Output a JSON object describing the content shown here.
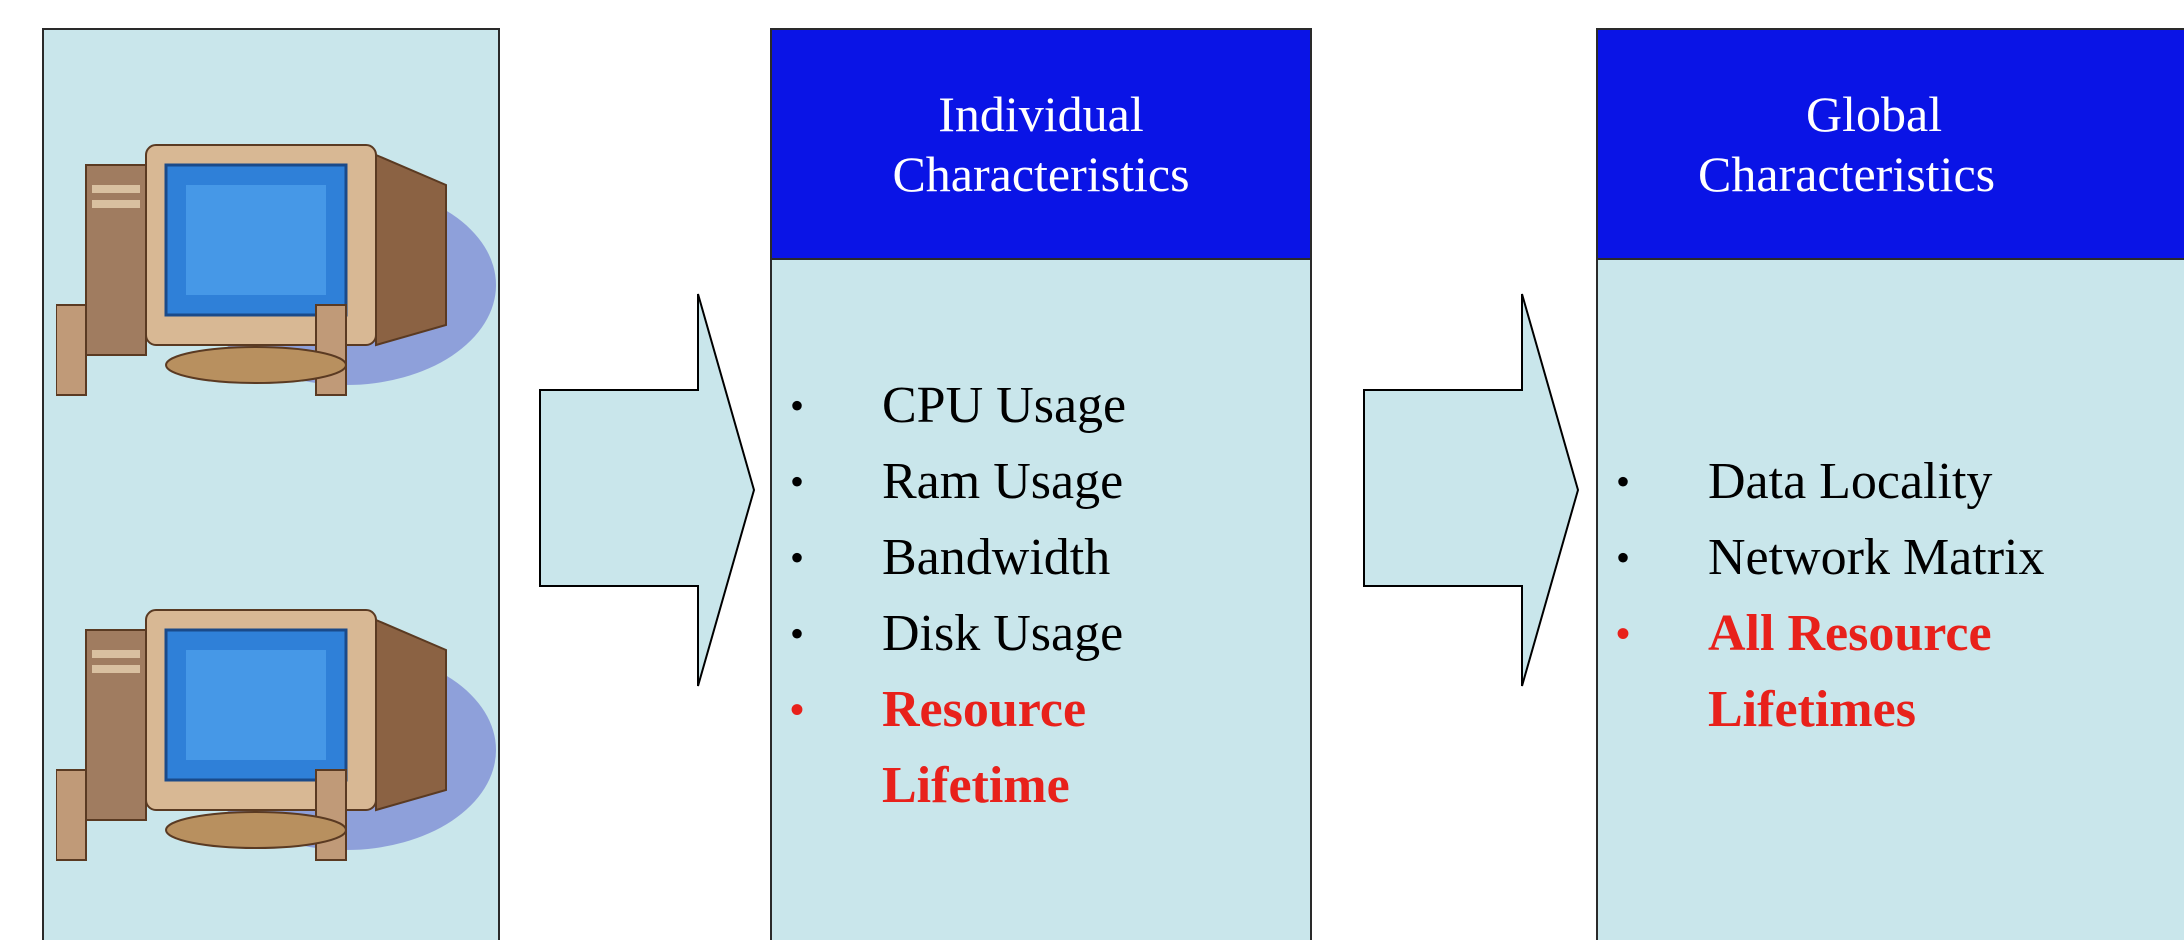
{
  "individual": {
    "title_line1": "Individual",
    "title_line2": "Characteristics",
    "items": [
      "CPU Usage",
      "Ram Usage",
      "Bandwidth",
      "Disk Usage",
      "Resource Lifetime"
    ]
  },
  "global": {
    "title_line1": "Global",
    "title_line2": "Characteristics",
    "items": [
      "Data Locality",
      "Network Matrix",
      "All Resource Lifetimes"
    ]
  },
  "icons": {
    "computer": "computer-icon",
    "arrow": "right-arrow-icon"
  },
  "colors": {
    "panel_bg": "#c9e6eb",
    "header_bg": "#0a14e6",
    "highlight": "#e8211b"
  }
}
